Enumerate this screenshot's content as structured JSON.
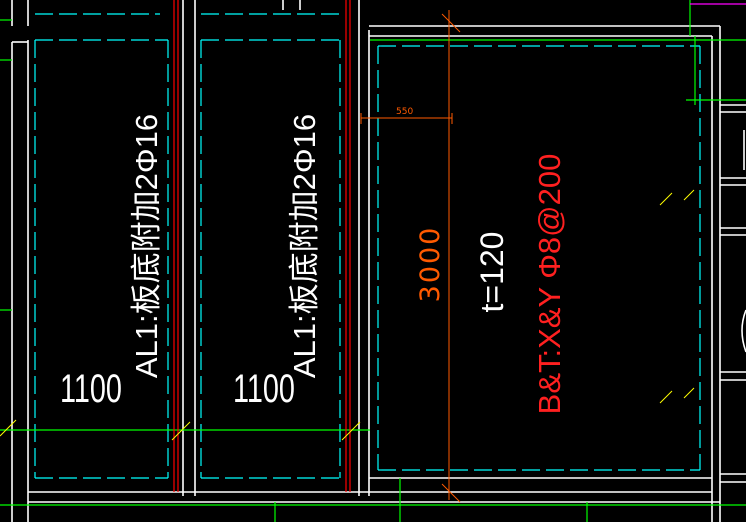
{
  "strip_1": {
    "note": "AL1:板底附加2Φ16",
    "width": "1100"
  },
  "strip_2": {
    "note": "AL1:板底附加2Φ16",
    "width": "1100"
  },
  "slab": {
    "length": "3000",
    "thickness": "t=120",
    "rebar": "B&T:X&Y Φ8@200",
    "offset_dim": "550"
  },
  "colors": {
    "background": "#000000",
    "wall_line": "#ffffff",
    "axis_line": "#00ffff",
    "grid_line": "#00ff00",
    "beam_line": "#ff0000",
    "dimension": "#ff5a00",
    "rebar_text": "#ff2020",
    "note_text": "#ffffff",
    "tick_line": "#ffff00",
    "magenta_line": "#ff00ff"
  }
}
